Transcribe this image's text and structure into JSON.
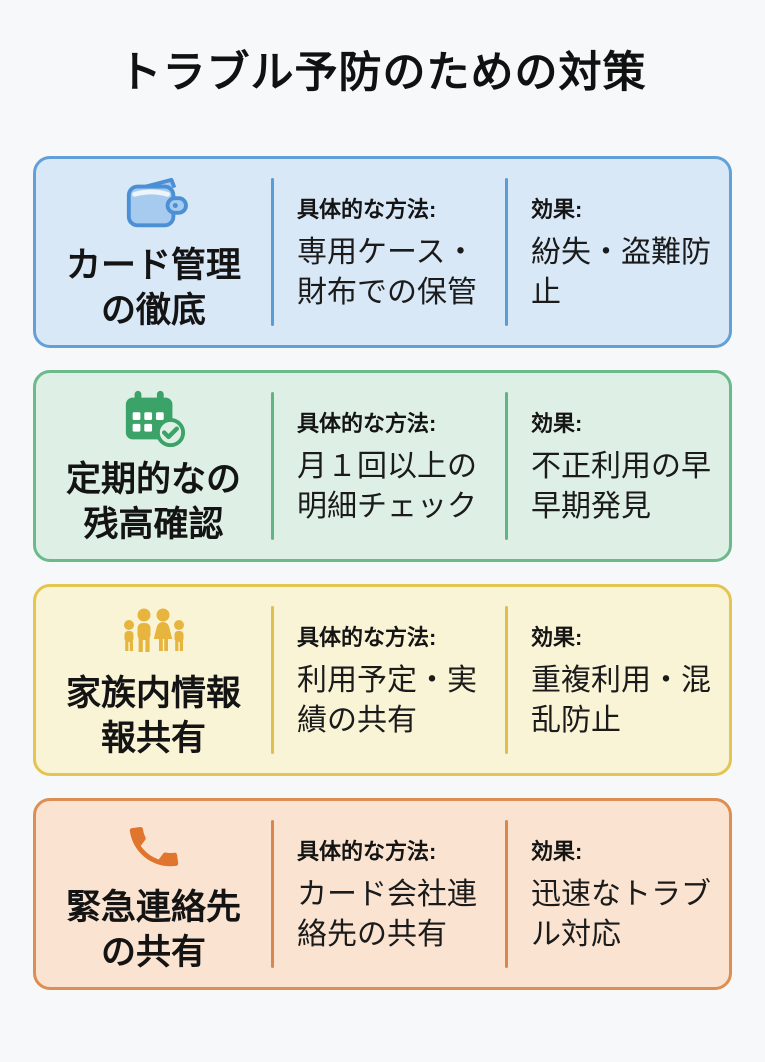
{
  "page": {
    "title": "トラブル予防のための対策",
    "background_color": "#f7f8fa",
    "text_color": "#1b1b1b"
  },
  "labels": {
    "method": "具体的な方法:",
    "effect": "効果:"
  },
  "cards": [
    {
      "icon": "wallet-icon",
      "title": "カード管理\nの徹底",
      "method": "専用ケース・\n財布での保管",
      "effect": "紛失・盗難防\n止",
      "colors": {
        "bg": "#d9e8f7",
        "border": "#64a0d8",
        "divider": "#5b9cd6",
        "icon_fill": "#a6cbee",
        "icon_stroke": "#4b8fd5"
      }
    },
    {
      "icon": "calendar-check-icon",
      "title": "定期的なの\n残高確認",
      "method": "月１回以上の\n明細チェック",
      "effect": "不正利用の早\n早期発見",
      "colors": {
        "bg": "#def0e5",
        "border": "#6cba8c",
        "divider": "#63b485",
        "icon_fill": "#3ba268"
      }
    },
    {
      "icon": "family-icon",
      "title": "家族内情報\n報共有",
      "method": "利用予定・実\n績の共有",
      "effect": "重複利用・混\n乱防止",
      "colors": {
        "bg": "#faf4d6",
        "border": "#e3c54f",
        "divider": "#ddbf49",
        "icon_fill": "#e7b43e"
      }
    },
    {
      "icon": "phone-icon",
      "title": "緊急連絡先\nの共有",
      "method": "カード会社連\n絡先の共有",
      "effect": "迅速なトラブ\nル対応",
      "colors": {
        "bg": "#fae4d1",
        "border": "#dd8e53",
        "divider": "#d9884d",
        "icon_fill": "#e0752e"
      }
    }
  ]
}
